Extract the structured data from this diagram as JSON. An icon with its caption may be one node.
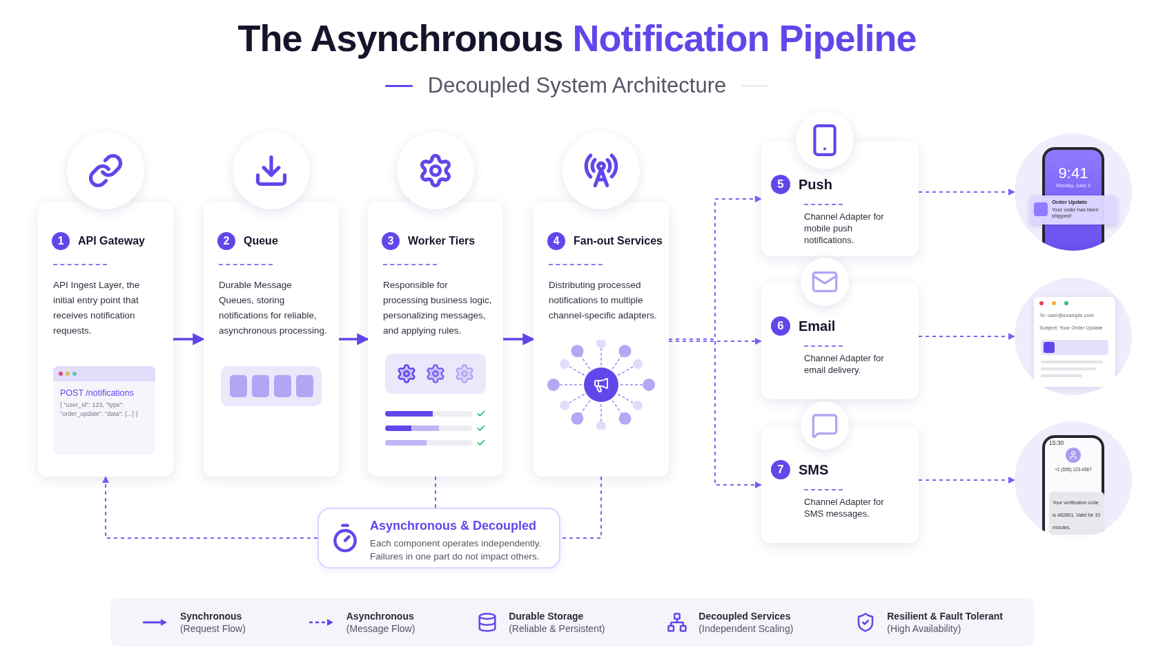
{
  "diagram": {
    "title": "The Asynchronous **Notification Pipeline**",
    "nodes": [
      {
        "text": [
          "1",
          "API Gateway",
          "API Ingest Layer, the initial entry point that receives notification requests.",
          "POST /notifications",
          "{ \"user_id\": 123, \"type\": \"order_update\", \"data\": {...} }"
        ]
      },
      {
        "text": [
          "2",
          "Queue",
          "Durable Message Queues, storing notifications for reliable, asynchronous processing."
        ]
      },
      {
        "text": [
          "3",
          "Worker Tiers",
          "Responsible for processing business logic, personalizing messages, and applying rules."
        ]
      },
      {
        "text": [
          "4",
          "Fan-out Services",
          "Distributing processed notifications to multiple channel-specific adapters."
        ]
      },
      {
        "text": [
          "5",
          "Push",
          "Channel Adapter for mobile push notifications."
        ]
      },
      {
        "text": [
          "6",
          "Email",
          "Channel Adapter for email delivery."
        ]
      },
      {
        "text": [
          "7",
          "SMS",
          "Channel Adapter for SMS messages."
        ]
      },
      {
        "text": [
          "9:41",
          "Monday, June 3",
          "Order Update",
          "Your order has been shipped!"
        ]
      },
      {
        "text": [
          "To: user@example.com",
          "Subject: Your Order Update"
        ]
      },
      {
        "text": [
          "15:30",
          "+1 (555) 123-4567",
          "Your verification code is 482801. Valid for 10 minutes."
        ]
      },
      {
        "text": [
          "Asynchronous & Decoupled",
          "Each component operates independently. Failures in one part do not impact others."
        ]
      }
    ],
    "edges": [
      {
        "from": 0,
        "to": 1,
        "arrow": "to"
      },
      {
        "from": 1,
        "to": 2,
        "arrow": "to"
      },
      {
        "from": 2,
        "to": 3,
        "arrow": "to"
      },
      {
        "from": 3,
        "to": 4,
        "arrow": "to",
        "style": "dashed"
      },
      {
        "from": 3,
        "to": 5,
        "arrow": "to",
        "style": "dashed"
      },
      {
        "from": 3,
        "to": 6,
        "arrow": "to",
        "style": "dashed"
      },
      {
        "from": 4,
        "to": 7,
        "arrow": "to",
        "style": "dashed"
      },
      {
        "from": 5,
        "to": 8,
        "arrow": "to",
        "style": "dashed"
      },
      {
        "from": 6,
        "to": 9,
        "arrow": "to",
        "style": "dashed"
      },
      {
        "from": 2,
        "to": 10,
        "arrow": "none",
        "style": "dashed"
      },
      {
        "from": 3,
        "to": 10,
        "arrow": "none",
        "style": "dashed"
      },
      {
        "from": 10,
        "to": 0,
        "arrow": "to",
        "style": "dashed"
      }
    ],
    "labels": [
      "Decoupled System Architecture"
    ],
    "legend": [
      {
        "text": "**Synchronous** (Request Flow)"
      },
      {
        "text": "**Asynchronous** (Message Flow)"
      },
      {
        "text": "**Durable Storage** (Reliable & Persistent)"
      },
      {
        "text": "**Decoupled Services** (Independent Scaling)"
      },
      {
        "text": "**Resilient & Fault Tolerant** (High Availability)"
      }
    ]
  }
}
